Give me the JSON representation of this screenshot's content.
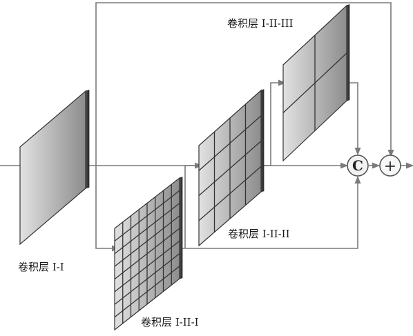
{
  "labels": {
    "layer_1": "卷积层 I-I",
    "layer_2_1": "卷积层 I-II-I",
    "layer_2_2": "卷积层 I-II-II",
    "layer_2_3": "卷积层 I-II-III"
  },
  "operators": {
    "concat": "C",
    "add": "+"
  },
  "grids": {
    "layer_1": {
      "rows": 1,
      "cols": 1
    },
    "layer_2_1": {
      "rows": 8,
      "cols": 8
    },
    "layer_2_2": {
      "rows": 4,
      "cols": 4
    },
    "layer_2_3": {
      "rows": 2,
      "cols": 2
    }
  },
  "colors": {
    "line": "#7a7a7a",
    "grid_line": "#333333",
    "panel_light": "#e2e2e2",
    "panel_dark": "#8d8d8d"
  }
}
